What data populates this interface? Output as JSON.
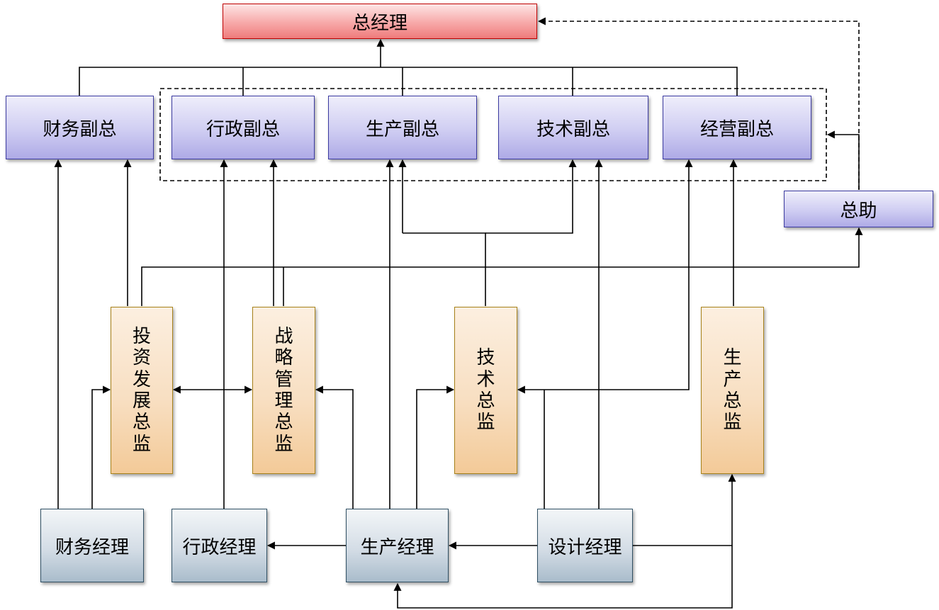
{
  "general_manager": "总经理",
  "vice_presidents": {
    "finance": "财务副总",
    "admin": "行政副总",
    "production": "生产副总",
    "tech": "技术副总",
    "operations": "经营副总"
  },
  "assistant": "总助",
  "directors": {
    "investment": "投资发展总监",
    "strategy": "战略管理总监",
    "tech": "技术总监",
    "production": "生产总监"
  },
  "managers": {
    "finance": "财务经理",
    "admin": "行政经理",
    "production": "生产经理",
    "design": "设计经理"
  },
  "colors": {
    "gm_border": "#c00000",
    "vp_border": "#3b3aa0",
    "director_border": "#a8821a",
    "manager_border": "#2f4f63",
    "connector": "#000000"
  }
}
